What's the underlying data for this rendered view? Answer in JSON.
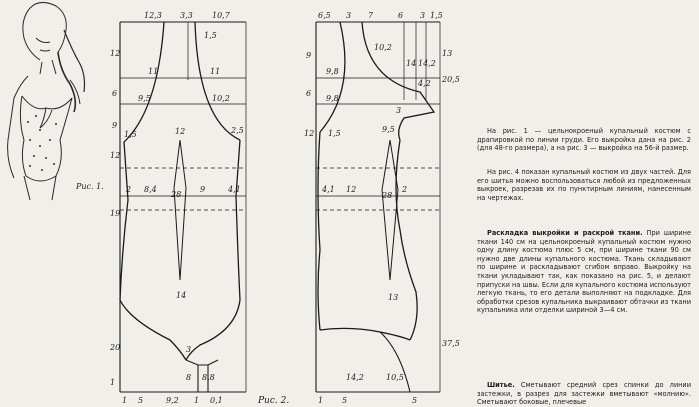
{
  "figure": {
    "caption_fig1": "Рис. 1.",
    "caption_fig2": "Рис. 2.",
    "p1": {
      "top": [
        "12,3",
        "3,3",
        "10,7"
      ],
      "left": [
        "12",
        "6",
        "9",
        "12",
        "19",
        "20",
        "1"
      ],
      "labels": [
        "1,5",
        "11",
        "11",
        "9,5",
        "10,2",
        "1,5",
        "2,5",
        "12",
        "2",
        "8,4",
        "9",
        "4,1",
        "28",
        "14",
        "3",
        "8",
        "8,8"
      ],
      "bottom": [
        "1",
        "5",
        "9,2",
        "1",
        "0,1"
      ]
    },
    "p2": {
      "top": [
        "6,5",
        "3",
        "7",
        "6",
        "3",
        "1,5"
      ],
      "left": [
        "9",
        "6",
        "12"
      ],
      "labels": [
        "10,2",
        "9,8",
        "9,8",
        "14",
        "14,2",
        "4,2",
        "3",
        "9,5",
        "1,5",
        "4,1",
        "12",
        "28",
        "2",
        "13",
        "14,2",
        "10,5"
      ],
      "right": [
        "13",
        "20,5",
        "37,5"
      ],
      "bottom": [
        "1",
        "5",
        "5"
      ]
    }
  },
  "text": {
    "p1": "На рис. 1 — цельнокроеный купальный костюм с драпировкой по линии груди. Его выкройка дана на рис. 2 (для 48-го размера), а на рис. 3 — выкройка на 56-й размер.",
    "p2": "На рис. 4 показан купальный костюм из двух частей. Для его шитья можно воспользоваться любой из предложенных выкроек, разрезав их по пунктирным линиям, нанесенным на чертежах.",
    "p3_head": "Раскладка выкройки и раскрой ткани.",
    "p3_body": " При ширине ткани 140 см на цельнокроеный купальный костюм нужно одну длину костюма плюс 5 см, при ширине ткани 90 см нужно две длины купального костюма. Ткань складывают по ширине и раскладывают сгибом вправо. Выкройку на ткани укладывают так, как показано на рис. 5, и делают припуски на швы. Если для купального костюма используют легкую ткань, то его детали выполняют на подкладке. Для обработки срезов купальника выкраивают обтачки из ткани купальника или отделки шириной 3—4 см.",
    "p4_head": "Шитье.",
    "p4_body": " Сметывают средний срез спинки до линии застежки, в разрез для застежки вметывают «молнию». Сметывают боковые, плечевые"
  }
}
